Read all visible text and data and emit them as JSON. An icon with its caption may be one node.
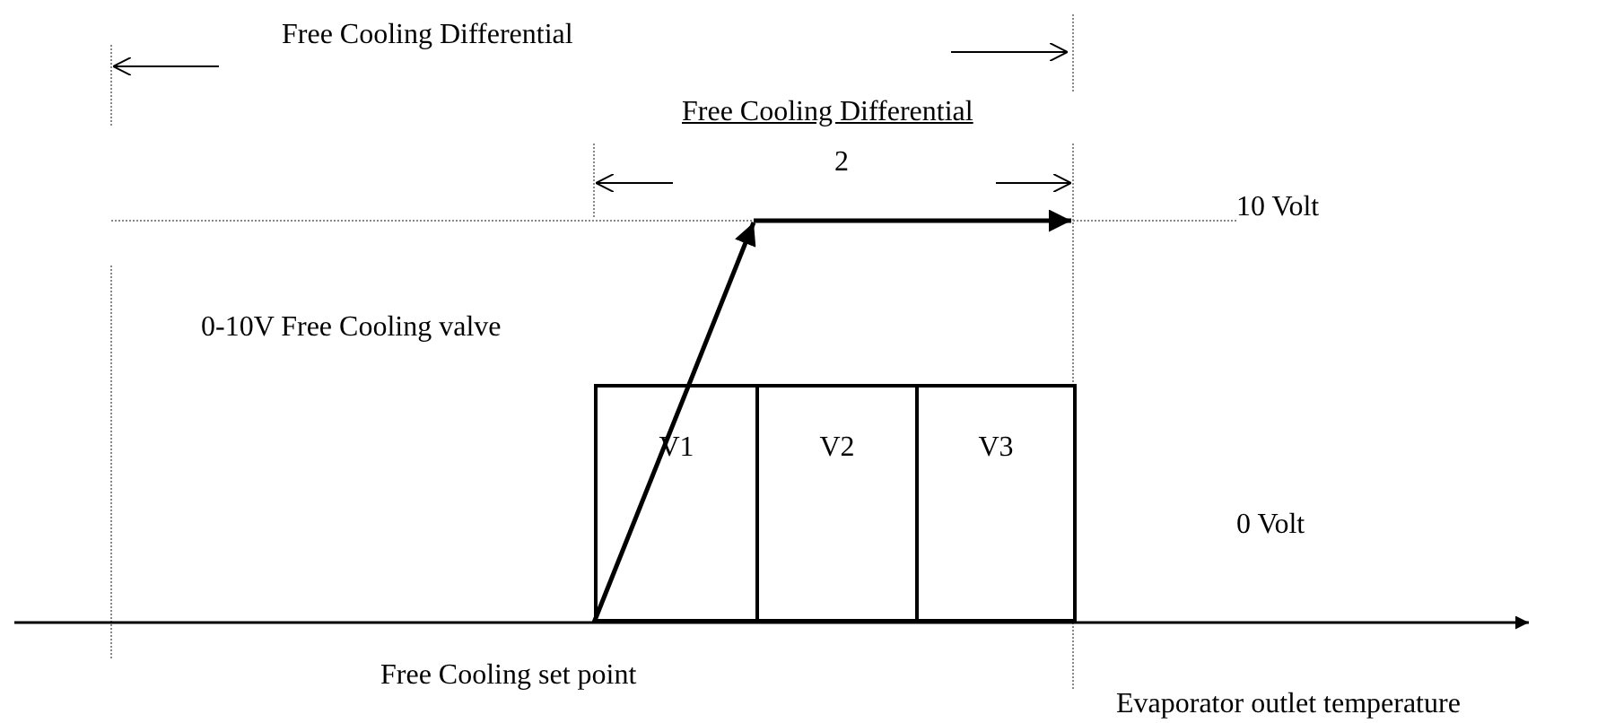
{
  "diagram": {
    "nodes": [
      {
        "text": [
          "V1"
        ]
      },
      {
        "text": [
          "V2"
        ]
      },
      {
        "text": [
          "V3"
        ]
      }
    ],
    "labels": [
      "Free Cooling Differential",
      "Free Cooling Differential",
      "2",
      "10 Volt",
      "0-10V Free Cooling valve",
      "0 Volt",
      "Free Cooling set point",
      "Evaporator outlet temperature"
    ]
  }
}
